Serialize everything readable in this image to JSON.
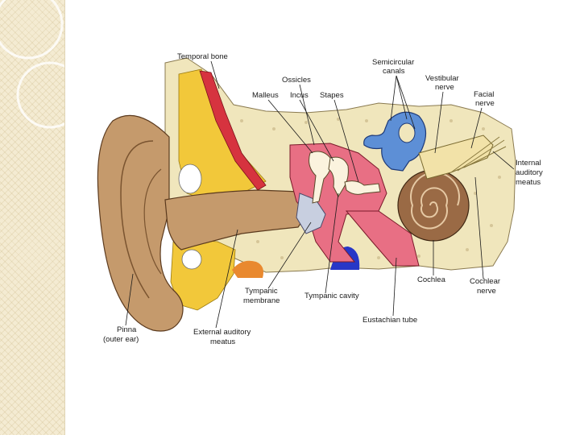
{
  "labels": {
    "temporal_bone": "Temporal bone",
    "semicircular_canals": [
      "Semicircular",
      "canals"
    ],
    "ossicles": "Ossicles",
    "vestibular_nerve": [
      "Vestibular",
      "nerve"
    ],
    "facial_nerve": [
      "Facial",
      "nerve"
    ],
    "malleus": "Malleus",
    "incus": "Incus",
    "stapes": "Stapes",
    "internal_auditory_meatus": [
      "Internal",
      "auditory",
      "meatus"
    ],
    "tympanic_membrane": [
      "Tympanic",
      "membrane"
    ],
    "tympanic_cavity": "Tympanic cavity",
    "cochlea": "Cochlea",
    "cochlear_nerve": [
      "Cochlear",
      "nerve"
    ],
    "eustachian_tube": "Eustachian tube",
    "pinna": [
      "Pinna",
      "(outer ear)"
    ],
    "external_auditory_meatus": [
      "External auditory",
      "meatus"
    ]
  },
  "colors": {
    "bone": "#f0e6bc",
    "skin": "#c59a6c",
    "fat": "#f2c83a",
    "muscle": "#d6333f",
    "middle_ear": "#e86f84",
    "vestibular": "#5d8fd6",
    "cochlea": "#9a6a45",
    "nerve": "#f2e2a8",
    "sidebar": "#f4ebd2"
  }
}
